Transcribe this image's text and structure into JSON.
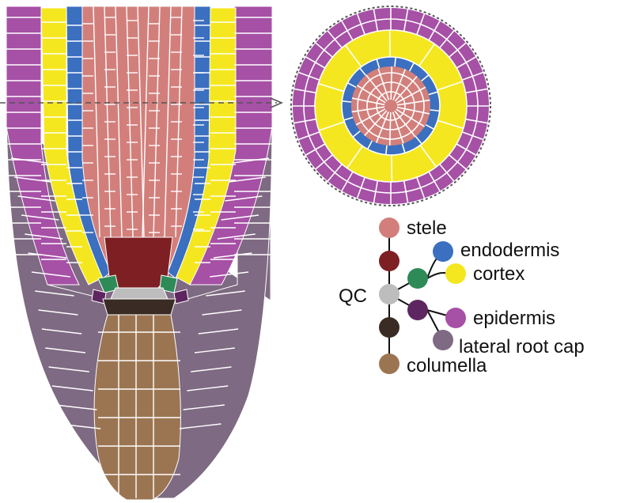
{
  "colors": {
    "stele": "#d27f7b",
    "stele_initial": "#7e1f24",
    "endodermis": "#3b6fc0",
    "cortex": "#f5e71f",
    "cortex_endodermis_initial": "#2e8b57",
    "qc": "#bdbdbd",
    "epidermis": "#a650a6",
    "epidermis_lrc_initial": "#5e2660",
    "lateral_root_cap": "#7e6a82",
    "columella_initial": "#3a2c24",
    "columella": "#9b7552",
    "cell_wall": "#ffffff",
    "lineage_line": "#111111",
    "section_line": "#555555"
  },
  "legend": {
    "stele": "stele",
    "endodermis": "endodermis",
    "cortex": "cortex",
    "qc": "QC",
    "epidermis": "epidermis",
    "lateral_root_cap": "lateral root cap",
    "columella": "columella"
  }
}
